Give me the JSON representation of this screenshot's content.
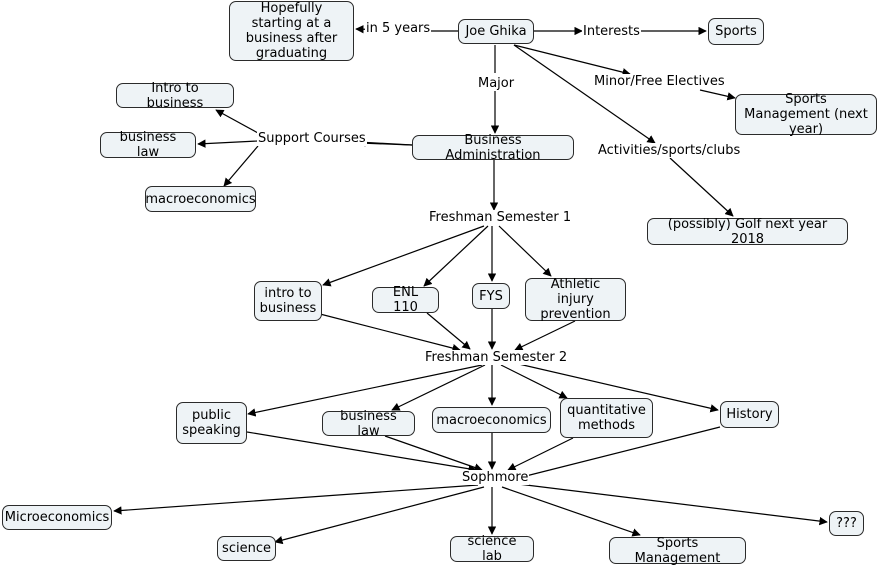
{
  "nodes": {
    "joe": "Joe Ghika",
    "hopefully": "Hopefully starting at a business after graduating",
    "sports": "Sports",
    "sports_mgmt_next": "Sports Management (next year)",
    "golf": "(possibly) Golf next year 2018",
    "bus_admin": "Business Administration",
    "intro_business_top": "Intro to business",
    "business_law_top": "business law",
    "macro_top": "macroeconomics",
    "intro_business": "intro to business",
    "enl110": "ENL 110",
    "fys": "FYS",
    "athletic": "Athletic injury prevention",
    "public_speaking": "public speaking",
    "business_law": "business law",
    "macroeconomics": "macroeconomics",
    "quant": "quantitative methods",
    "history": "History",
    "microeconomics": "Microeconomics",
    "science": "science",
    "science_lab": "science lab",
    "sports_mgmt": "Sports Management",
    "qqq": "???"
  },
  "labels": {
    "in5years": "in 5 years",
    "interests": "Interests",
    "major": "Major",
    "minor": "Minor/Free Electives",
    "activities": "Activities/sports/clubs",
    "support": "Support Courses",
    "fs1": "Freshman Semester 1",
    "fs2": "Freshman Semester 2",
    "sophmore": "Sophmore"
  }
}
